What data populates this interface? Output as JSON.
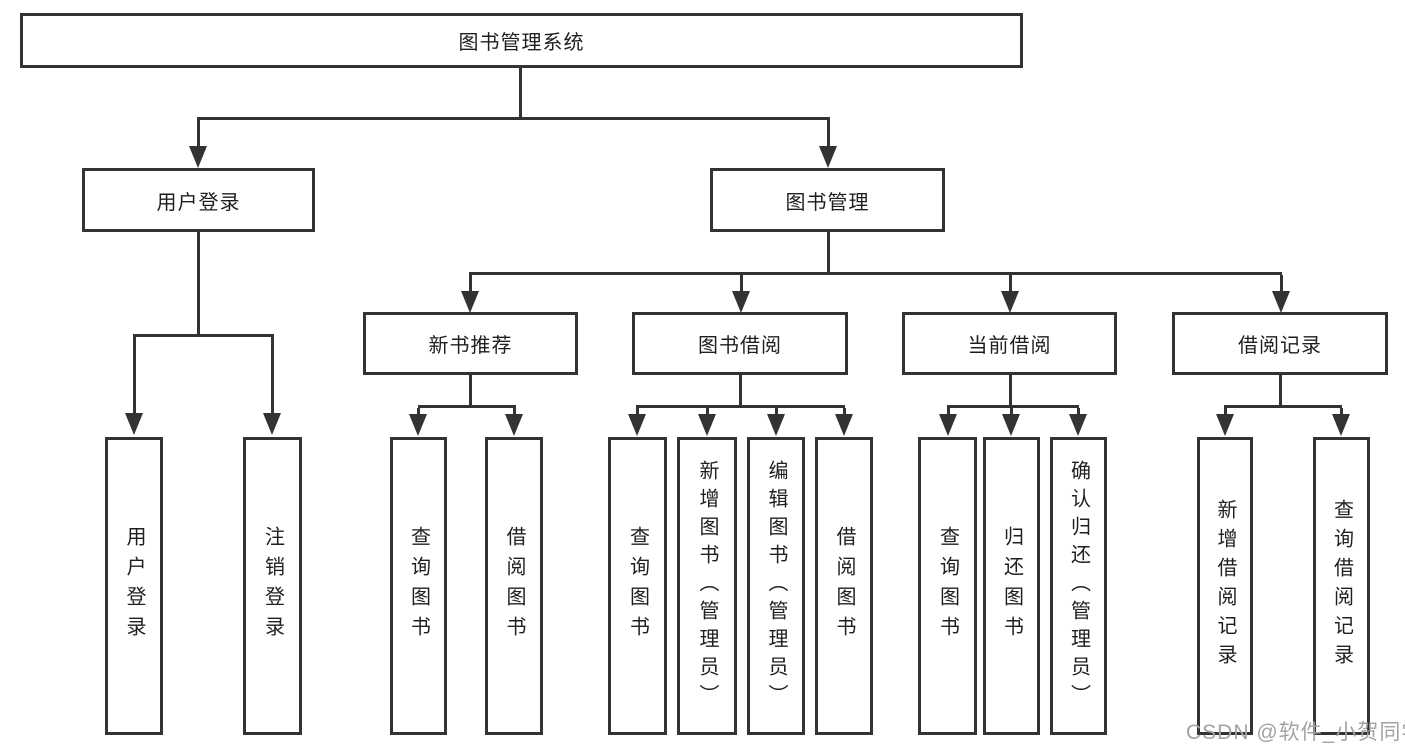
{
  "diagram": {
    "title_node": "图书管理系统",
    "nodes": {
      "root": "图书管理系统",
      "user_login": "用户登录",
      "book_mgmt": "图书管理",
      "new_books": "新书推荐",
      "book_borrow": "图书借阅",
      "current_borrow": "当前借阅",
      "borrow_record": "借阅记录",
      "leaf_user_login": "用户登录",
      "leaf_logout": "注销登录",
      "leaf_nb_query": "查询图书",
      "leaf_nb_borrow": "借阅图书",
      "leaf_bb_query": "查询图书",
      "leaf_bb_add": "新增图书（管理员）",
      "leaf_bb_edit": "编辑图书（管理员）",
      "leaf_bb_borrow": "借阅图书",
      "leaf_cb_query": "查询图书",
      "leaf_cb_return": "归还图书",
      "leaf_cb_confirm": "确认归还（管理员）",
      "leaf_br_add": "新增借阅记录",
      "leaf_br_query": "查询借阅记录"
    },
    "watermark": "CSDN @软件_小贺同学",
    "colors": {
      "line": "#333333",
      "text": "#1f1f1f",
      "box_background": "#ffffff",
      "watermark": "#a3a3a3"
    }
  }
}
